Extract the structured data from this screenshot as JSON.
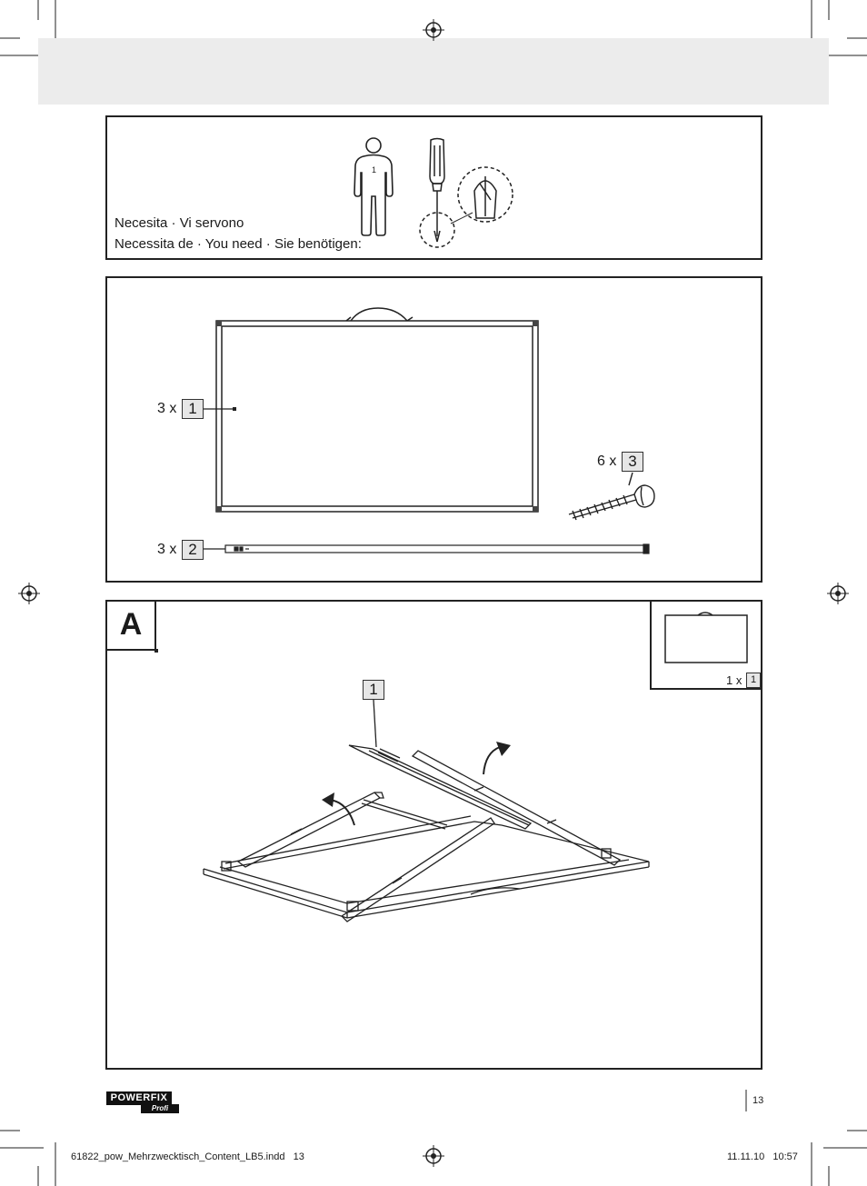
{
  "header": {},
  "tools_panel": {
    "line1": "Necesita · Vi servono",
    "line2": "Necessita de · You need · Sie benötigen:",
    "figure_number": "1"
  },
  "parts_panel": {
    "parts": [
      {
        "qty": "3 x",
        "part": "1"
      },
      {
        "qty": "6 x",
        "part": "3"
      },
      {
        "qty": "3 x",
        "part": "2"
      }
    ]
  },
  "step_panel": {
    "step_letter": "A",
    "callout_part": "1",
    "inset_qty": "1 x",
    "inset_part": "1"
  },
  "footer": {
    "brand": "POWERFIX",
    "brand_sub": "Profi",
    "page_number": "13",
    "file_info": "61822_pow_Mehrzwecktisch_Content_LB5.indd   13",
    "timestamp": "11.11.10   10:57"
  }
}
